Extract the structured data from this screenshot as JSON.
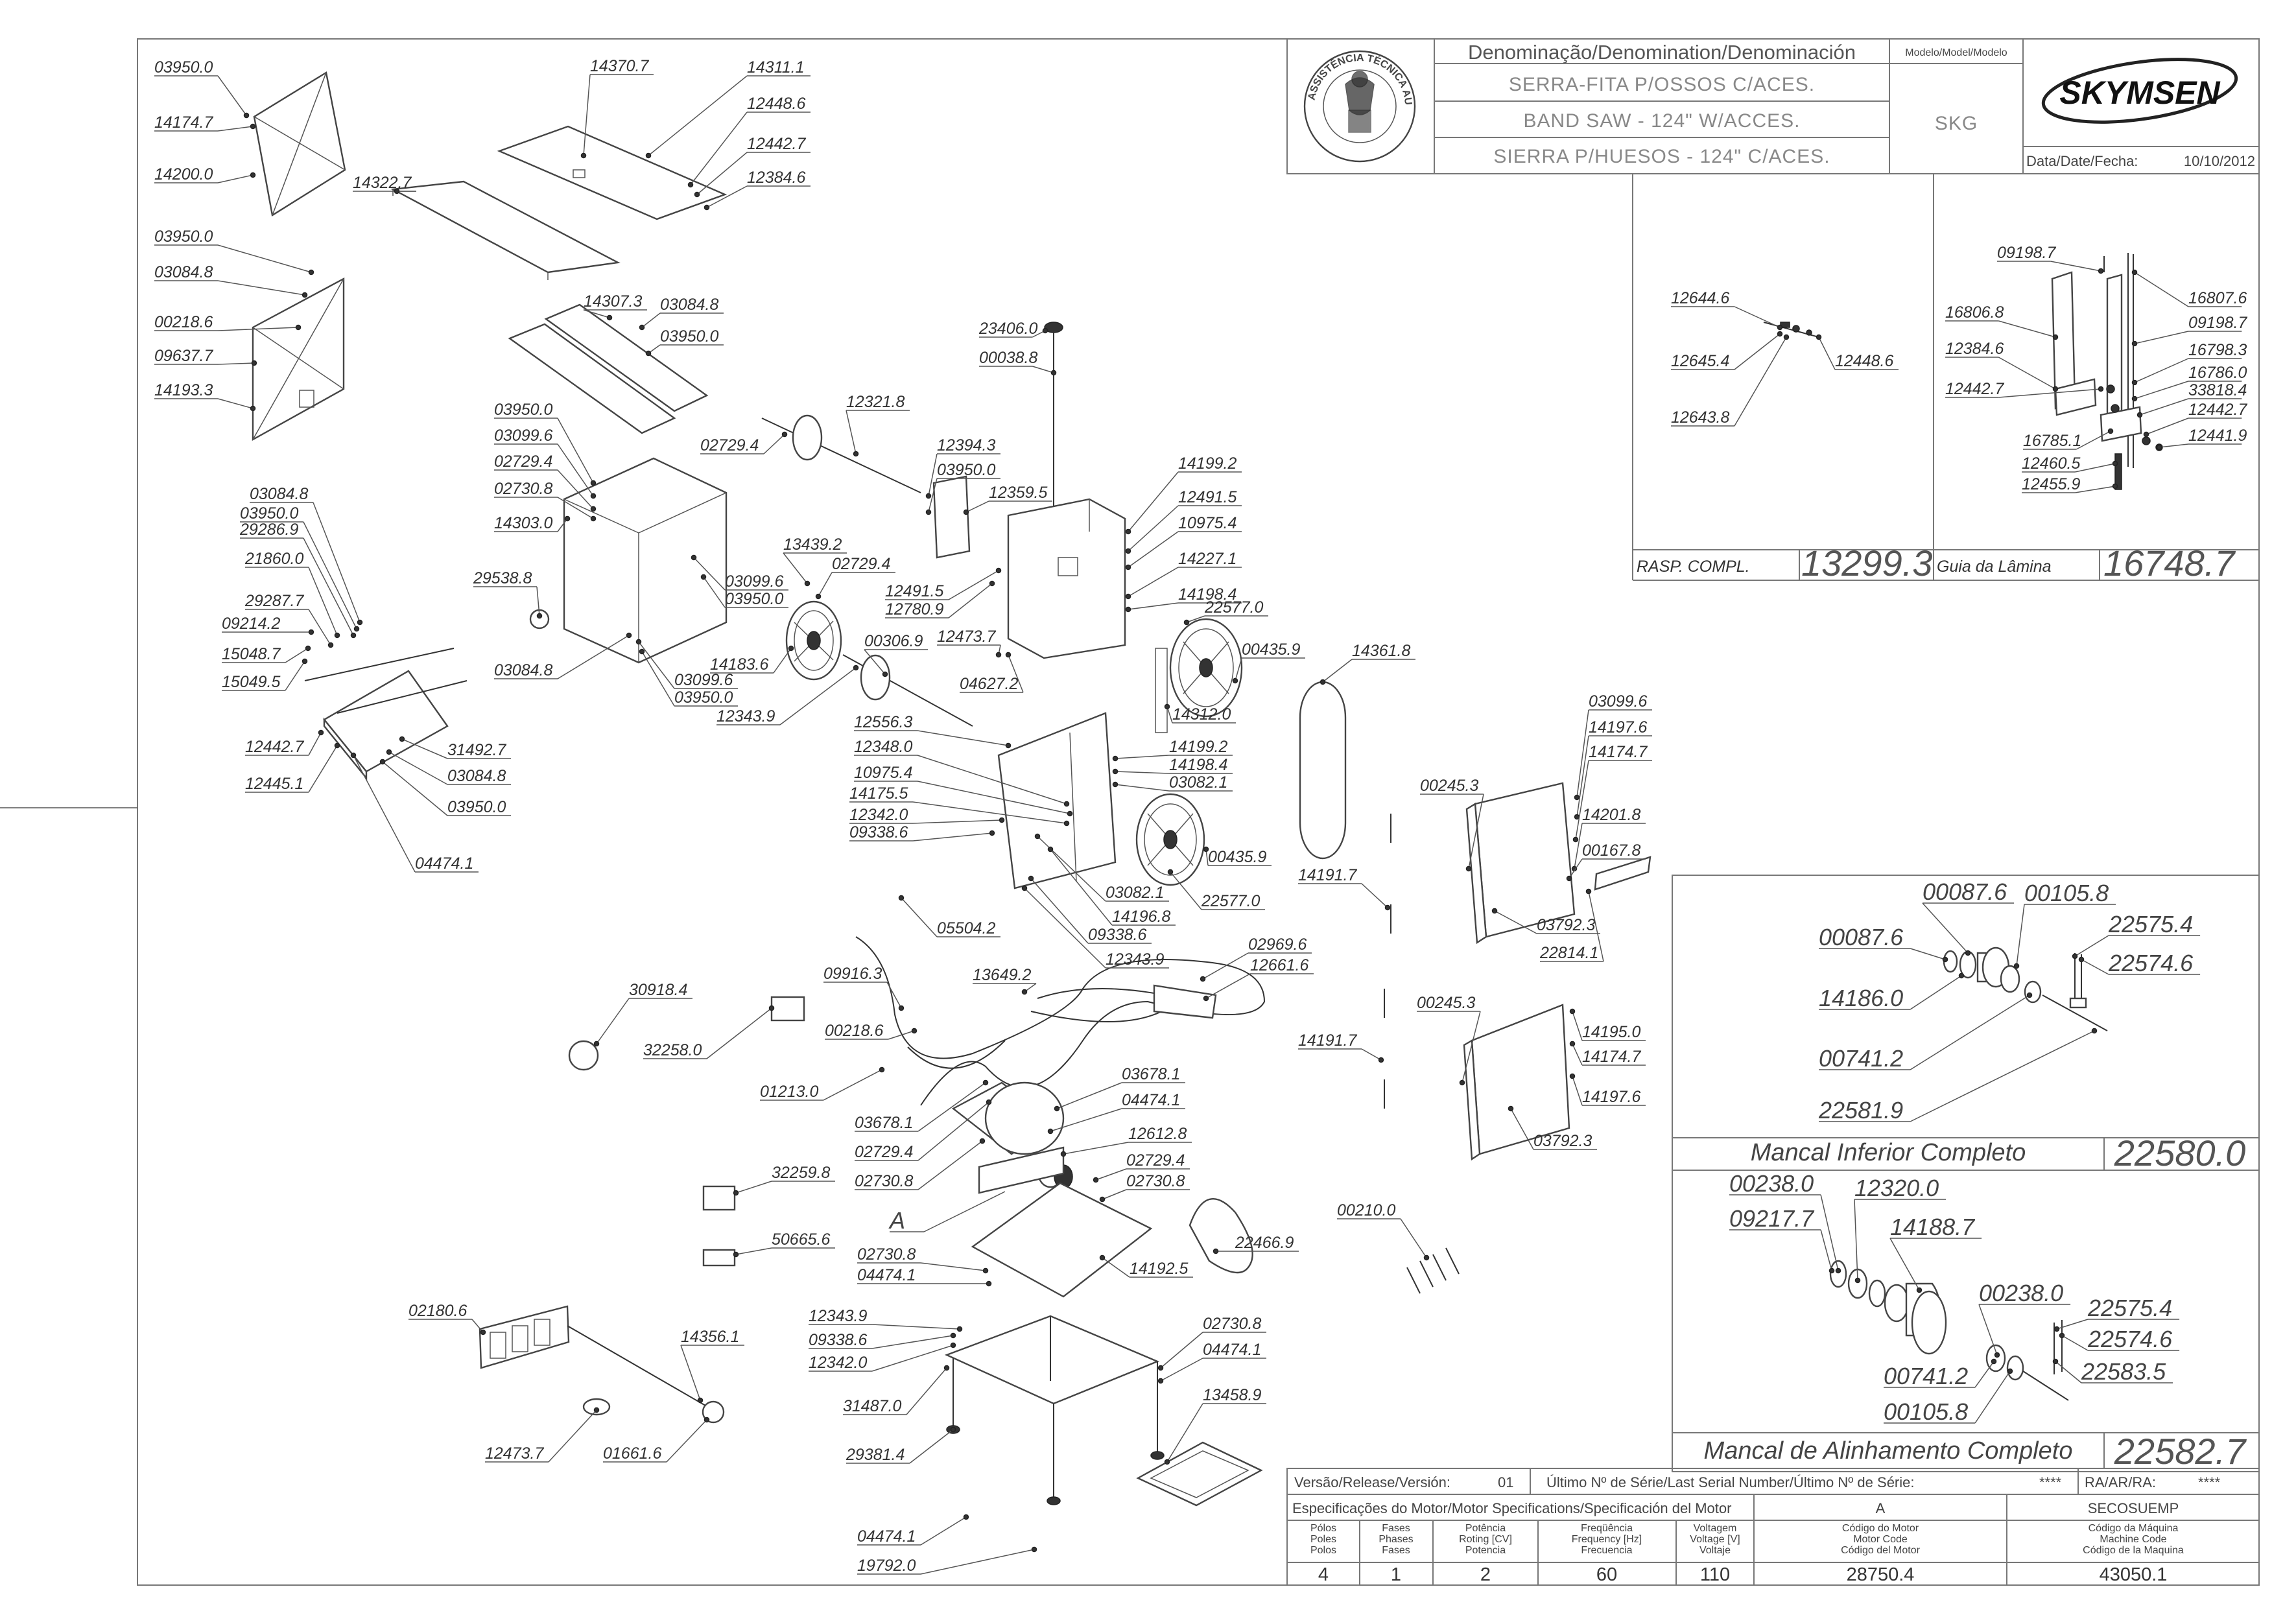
{
  "title_block": {
    "denomination_header": "Denominação/Denomination/Denominación",
    "model_header": "Modelo/Model/Modelo",
    "name_pt": "SERRA-FITA P/OSSOS C/ACES.",
    "name_en": "BAND SAW - 124\" W/ACCES.",
    "name_es": "SIERRA P/HUESOS - 124\" C/ACES.",
    "model": "SKG",
    "brand": "SKYMSEN",
    "seal_text": "ASSISTÊNCIA TÉCNICA AUTORIZADA",
    "date_label": "Data/Date/Fecha:",
    "date": "10/10/2012"
  },
  "subassemblies": {
    "rasp_label": "RASP. COMPL.",
    "rasp_code": "13299.3",
    "guide_label": "Guia da Lâmina",
    "guide_code": "16748.7",
    "lower_bearing_label": "Mancal Inferior Completo",
    "lower_bearing_code": "22580.0",
    "alignment_bearing_label": "Mancal de Alinhamento Completo",
    "alignment_bearing_code": "22582.7"
  },
  "footer": {
    "version_label": "Versão/Release/Versión:",
    "version": "01",
    "serial_label": "Último Nº de Série/Last Serial Number/Último Nº de Série:",
    "serial": "****",
    "ra_label": "RA/AR/RA:",
    "ra": "****",
    "motor_spec_label": "Especificações do Motor/Motor Specifications/Specificación del Motor",
    "motor_col": "A",
    "machine_col": "SECOSUEMP",
    "headers": [
      [
        "Pólos",
        "Poles",
        "Polos"
      ],
      [
        "Fases",
        "Phases",
        "Fases"
      ],
      [
        "Potência",
        "Roting [CV]",
        "Potencia"
      ],
      [
        "Freqüência",
        "Frequency [Hz]",
        "Frecuencia"
      ],
      [
        "Voltagem",
        "Voltage [V]",
        "Voltaje"
      ],
      [
        "Código do Motor",
        "Motor Code",
        "Código del Motor"
      ],
      [
        "Código da Máquina",
        "Machine Code",
        "Código de la Maquina"
      ]
    ],
    "values": [
      "4",
      "1",
      "2",
      "60",
      "110",
      "28750.4",
      "43050.1"
    ]
  },
  "callout_A": "A",
  "part_labels": [
    "03950.0",
    "14174.7",
    "14200.0",
    "14370.7",
    "14311.1",
    "12448.6",
    "12442.7",
    "12384.6",
    "14322.7",
    "03950.0",
    "03084.8",
    "00218.6",
    "09637.7",
    "14193.3",
    "14307.3",
    "03084.8",
    "03950.0",
    "03950.0",
    "03099.6",
    "02729.4",
    "02730.8",
    "14303.0",
    "29538.8",
    "03099.6",
    "03950.0",
    "03084.8",
    "03099.6",
    "03950.0",
    "03084.8",
    "03950.0",
    "29286.9",
    "21860.0",
    "29287.7",
    "09214.2",
    "15048.7",
    "15049.5",
    "12442.7",
    "12445.1",
    "31492.7",
    "03084.8",
    "03950.0",
    "04474.1",
    "12321.8",
    "02729.4",
    "12394.3",
    "03950.0",
    "12359.5",
    "23406.0",
    "00038.8",
    "13439.2",
    "02729.4",
    "12491.5",
    "12780.9",
    "00306.9",
    "14183.6",
    "12343.9",
    "12473.7",
    "04627.2",
    "14199.2",
    "12491.5",
    "10975.4",
    "14227.1",
    "14198.4",
    "22577.0",
    "00435.9",
    "14312.0",
    "14361.8",
    "12556.3",
    "12348.0",
    "10975.4",
    "14175.5",
    "12342.0",
    "09338.6",
    "14199.2",
    "14198.4",
    "03082.1",
    "00435.9",
    "22577.0",
    "03082.1",
    "14196.8",
    "09338.6",
    "12343.9",
    "05504.2",
    "02969.6",
    "12661.6",
    "13649.2",
    "09916.3",
    "30918.4",
    "32258.0",
    "00218.6",
    "01213.0",
    "03678.1",
    "02729.4",
    "02730.8",
    "03678.1",
    "04474.1",
    "12612.8",
    "02729.4",
    "02730.8",
    "32259.8",
    "50665.6",
    "22466.9",
    "02730.8",
    "04474.1",
    "14192.5",
    "12343.9",
    "09338.6",
    "12342.0",
    "31487.0",
    "29381.4",
    "02730.8",
    "04474.1",
    "13458.9",
    "02180.6",
    "14356.1",
    "12473.7",
    "01661.6",
    "04474.1",
    "19792.0",
    "03099.6",
    "14197.6",
    "14174.7",
    "14201.8",
    "00245.3",
    "00167.8",
    "14191.7",
    "03792.3",
    "22814.1",
    "00245.3",
    "14195.0",
    "14174.7",
    "14197.6",
    "14191.7",
    "03792.3",
    "00210.0",
    "12644.6",
    "12645.4",
    "12448.6",
    "12643.8",
    "09198.7",
    "16807.6",
    "16806.8",
    "09198.7",
    "12384.6",
    "16798.3",
    "16786.0",
    "12442.7",
    "33818.4",
    "12442.7",
    "16785.1",
    "12441.9",
    "12460.5",
    "12455.9",
    "00087.6",
    "00105.8",
    "00087.6",
    "22575.4",
    "22574.6",
    "14186.0",
    "00741.2",
    "22581.9",
    "00238.0",
    "12320.0",
    "09217.7",
    "14188.7",
    "00238.0",
    "22575.4",
    "22574.6",
    "00741.2",
    "22583.5",
    "00105.8"
  ]
}
